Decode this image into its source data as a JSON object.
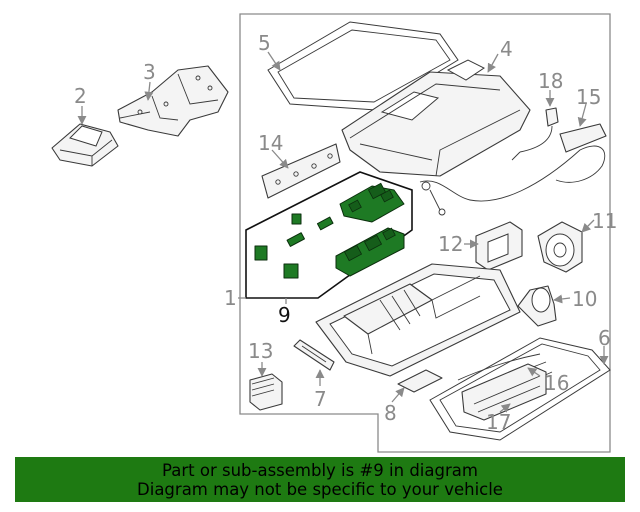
{
  "callouts": {
    "c1": "1",
    "c2": "2",
    "c3": "3",
    "c4": "4",
    "c5": "5",
    "c6": "6",
    "c7": "7",
    "c8": "8",
    "c9": "9",
    "c10": "10",
    "c11": "11",
    "c12": "12",
    "c13": "13",
    "c14": "14",
    "c15": "15",
    "c16": "16",
    "c17": "17",
    "c18": "18"
  },
  "highlight_callout": "9",
  "colors": {
    "highlight": "#1e7a24",
    "banner": "#1e7a12",
    "callout": "#8a8a8a"
  },
  "banner": {
    "line1": "Part or sub-assembly is #9 in diagram",
    "line2": "Diagram may not be specific to your vehicle"
  }
}
